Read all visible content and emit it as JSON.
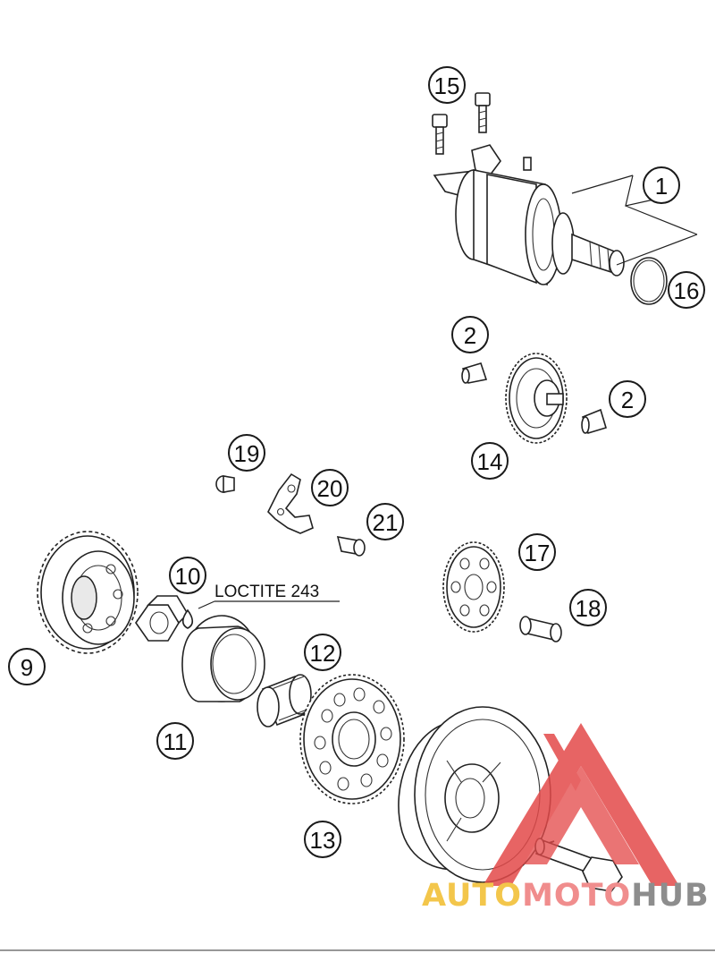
{
  "diagram": {
    "callouts": [
      {
        "id": "1",
        "label": "1"
      },
      {
        "id": "2a",
        "label": "2"
      },
      {
        "id": "2b",
        "label": "2"
      },
      {
        "id": "9",
        "label": "9"
      },
      {
        "id": "10",
        "label": "10"
      },
      {
        "id": "11",
        "label": "11"
      },
      {
        "id": "12",
        "label": "12"
      },
      {
        "id": "13",
        "label": "13"
      },
      {
        "id": "14",
        "label": "14"
      },
      {
        "id": "15",
        "label": "15"
      },
      {
        "id": "16",
        "label": "16"
      },
      {
        "id": "17",
        "label": "17"
      },
      {
        "id": "18",
        "label": "18"
      },
      {
        "id": "19",
        "label": "19"
      },
      {
        "id": "20",
        "label": "20"
      },
      {
        "id": "21",
        "label": "21"
      }
    ],
    "note": "LOCTITE 243"
  },
  "watermark": {
    "part1": "AUTO",
    "part2": "MOTO",
    "part3": "HUB",
    "colors": {
      "part1": "#f3c64b",
      "part2": "#f08d8d",
      "part3": "#8d8d8d",
      "triangle": "#e34a4a"
    }
  }
}
